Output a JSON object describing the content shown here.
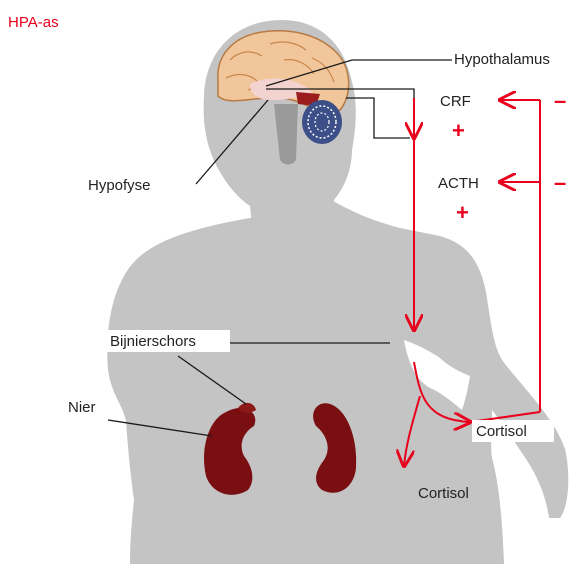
{
  "title": "HPA-as",
  "labels": {
    "hypothalamus": "Hypothalamus",
    "hypofyse": "Hypofyse",
    "crf": "CRF",
    "acth": "ACTH",
    "bijnierschors": "Bijnierschors",
    "nier": "Nier",
    "cortisol_1": "Cortisol",
    "cortisol_2": "Cortisol"
  },
  "signs": {
    "crf_plus": "+",
    "acth_plus": "+",
    "crf_minus": "–",
    "acth_minus": "–"
  },
  "colors": {
    "body": "#c4c4c4",
    "arrow": "#e8001c",
    "kidney": "#7a0f12",
    "brain": "#f0c69a",
    "cerebellum": "#3c4f88",
    "hypothalamus": "#9a1c1c",
    "text": "#222222",
    "title": "#e8001c"
  }
}
